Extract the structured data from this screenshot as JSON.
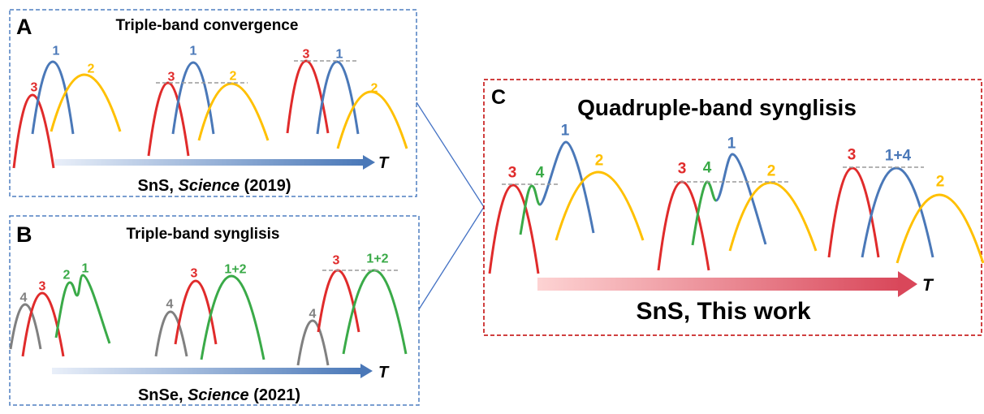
{
  "colors": {
    "band1": "#4a78b8",
    "band2": "#ffc000",
    "band3": "#e02b2b",
    "band4_gray": "#808080",
    "band_green": "#3aaa48",
    "panel_ab_border": "#4f7ec0",
    "panel_c_border": "#c00000"
  },
  "panels": {
    "a": {
      "letter": "A",
      "title": "Triple-band convergence",
      "caption_material": "SnS, ",
      "caption_journal": "Science",
      "caption_year": " (2019)",
      "axis": "T",
      "band_labels": [
        "3",
        "1",
        "2",
        "3",
        "1",
        "2",
        "3",
        "1",
        "2"
      ]
    },
    "b": {
      "letter": "B",
      "title": "Triple-band synglisis",
      "caption_material": "SnSe, ",
      "caption_journal": "Science",
      "caption_year": " (2021)",
      "axis": "T",
      "band_labels": [
        "4",
        "3",
        "2",
        "1",
        "4",
        "3",
        "1+2",
        "4",
        "3",
        "1+2"
      ]
    },
    "c": {
      "letter": "C",
      "title": "Quadruple-band synglisis",
      "caption": "SnS, This work",
      "axis": "T",
      "band_labels": [
        "3",
        "4",
        "1",
        "2",
        "3",
        "4",
        "1",
        "2",
        "3",
        "1+4",
        "2"
      ]
    }
  }
}
